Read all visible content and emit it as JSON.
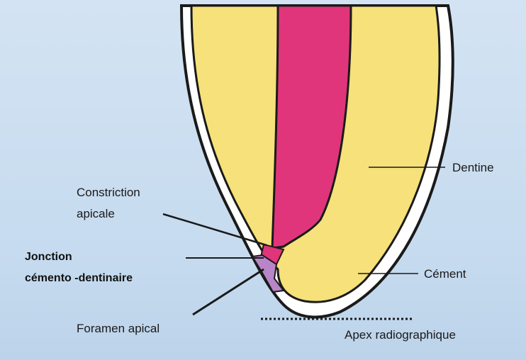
{
  "labels": {
    "dentine": "Dentine",
    "constriction_line1": "Constriction",
    "constriction_line2": "apicale",
    "jonction_line1": "Jonction",
    "jonction_line2": "cémento  -dentinaire",
    "cement": "Cément",
    "foramen": "Foramen apical",
    "apex": "Apex radiographique"
  },
  "colors": {
    "background": "#c9ddf0",
    "dentine": "#f6e17a",
    "pulp": "#e0357a",
    "cement": "#ffffff",
    "outline": "#1a1a1a",
    "cemento_dentinal_zone": "#b886c8"
  }
}
